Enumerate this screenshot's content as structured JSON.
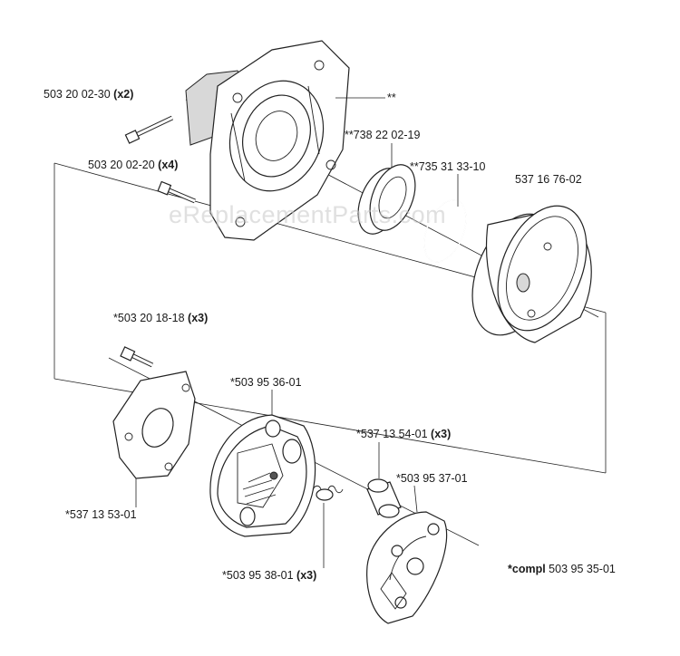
{
  "labels": {
    "bolt_top": {
      "part": "503 20 02-30",
      "qty": "(x2)"
    },
    "bolt_mid": {
      "part": "503 20 02-20",
      "qty": "(x4)"
    },
    "housing": {
      "part": "**"
    },
    "bearing": {
      "part": "**738 22 02-19"
    },
    "circlip": {
      "part": "**735 31 33-10"
    },
    "drum": {
      "part": "537 16 76-02"
    },
    "screw_small": {
      "part": "*503 20 18-18",
      "qty": "(x3)"
    },
    "shoe_assy": {
      "part": "*503 95 36-01"
    },
    "sleeve": {
      "part": "*537 13 54-01",
      "qty": "(x3)"
    },
    "carrier": {
      "part": "*503 95 37-01"
    },
    "washer_plate": {
      "part": "*537 13 53-01"
    },
    "spring": {
      "part": "*503 95 38-01",
      "qty": "(x3)"
    },
    "complete": {
      "prefix": "*compl",
      "part": "503 95 35-01"
    }
  },
  "watermark": "eReplacementParts.com"
}
